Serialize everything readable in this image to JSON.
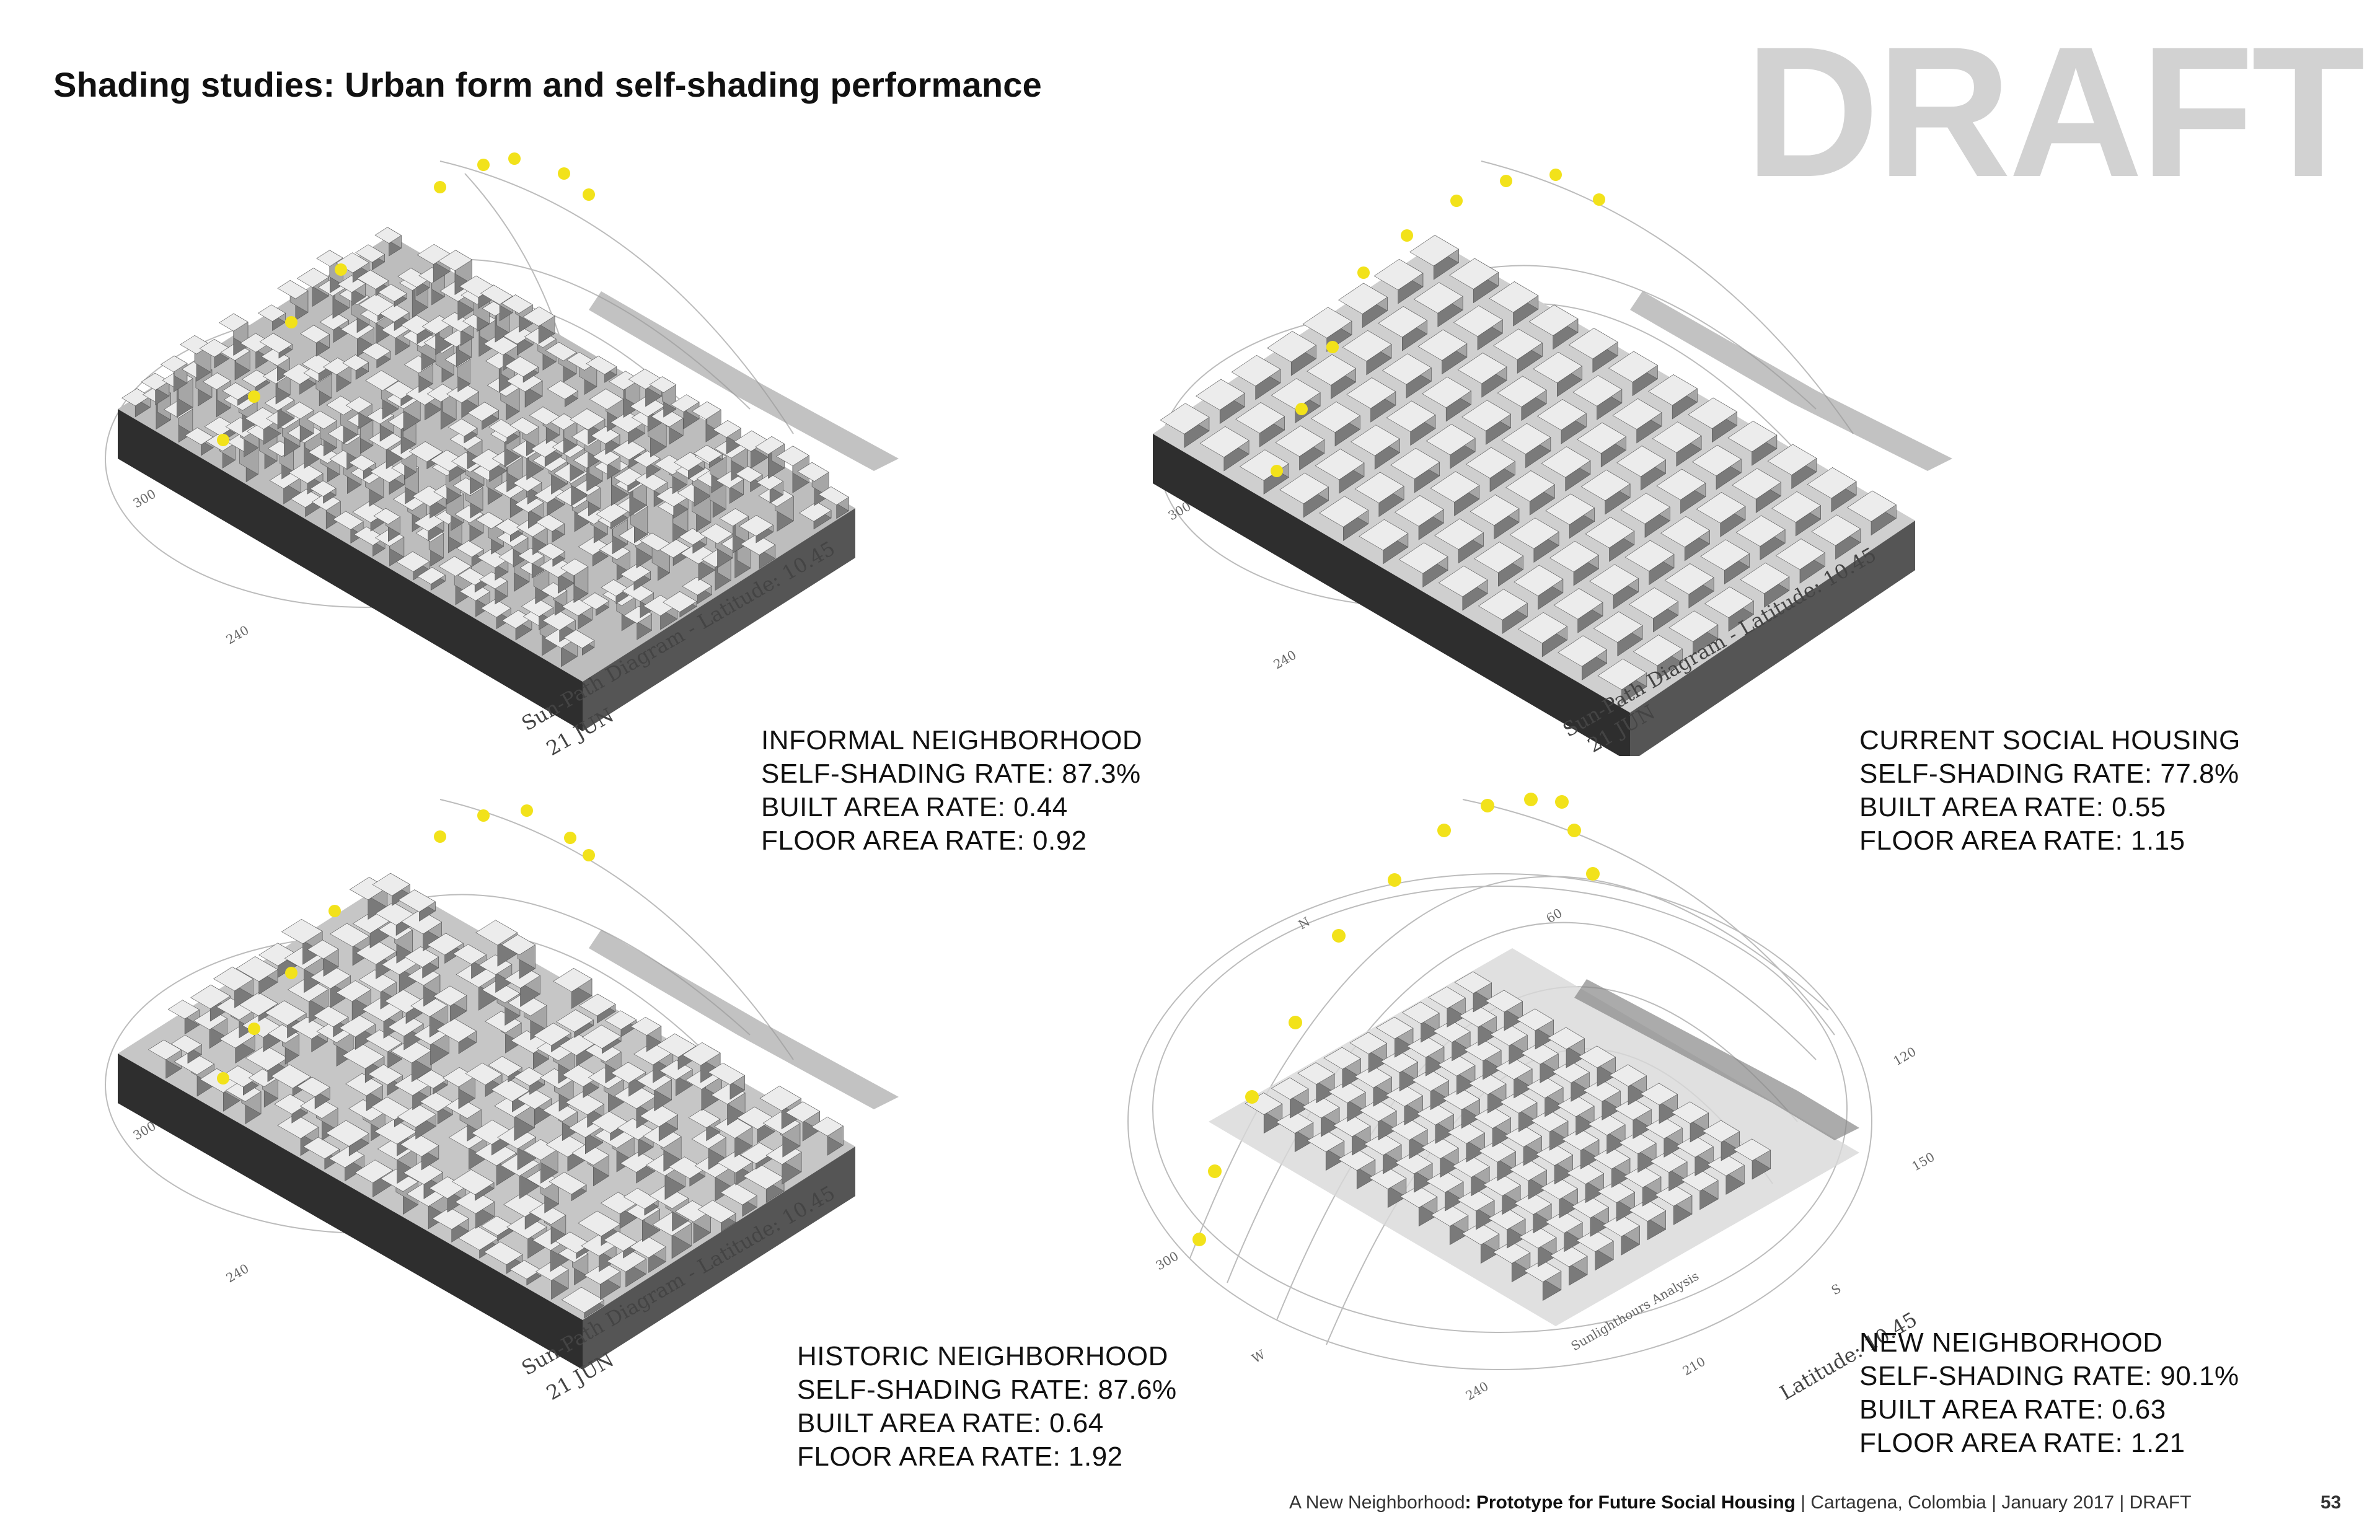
{
  "page": {
    "title": "Shading studies: Urban form and self-shading performance",
    "watermark": "DRAFT",
    "footer": {
      "project": "A New Neighborhood",
      "subtitle": ": Prototype for Future Social Housing",
      "sep1": " | ",
      "location": "Cartagena, Colombia",
      "sep2": " | January 2017 | DRAFT",
      "page_number": "53"
    }
  },
  "panels": [
    {
      "name": "INFORMAL NEIGHBORHOOD",
      "self_shading": "SELF-SHADING RATE: 87.3%",
      "built_area": "BUILT AREA RATE: 0.44",
      "floor_area": "FLOOR AREA RATE: 0.92",
      "diagram_label": "Sun-Path Diagram - Latitude: 10.45",
      "date_label": "21 JUN"
    },
    {
      "name": "CURRENT SOCIAL HOUSING",
      "self_shading": "SELF-SHADING RATE: 77.8%",
      "built_area": "BUILT AREA RATE: 0.55",
      "floor_area": "FLOOR AREA RATE: 1.15",
      "diagram_label": "Sun-Path Diagram - Latitude: 10.45",
      "date_label": "21 JUN"
    },
    {
      "name": "HISTORIC NEIGHBORHOOD",
      "self_shading": "SELF-SHADING RATE: 87.6%",
      "built_area": "BUILT AREA RATE: 0.64",
      "floor_area": "FLOOR AREA RATE: 1.92",
      "diagram_label": "Sun-Path Diagram - Latitude: 10.45",
      "date_label": "21 JUN"
    },
    {
      "name": "NEW NEIGHBORHOOD",
      "self_shading": "SELF-SHADING RATE: 90.1%",
      "built_area": "BUILT AREA RATE: 0.63",
      "floor_area": "FLOOR AREA RATE: 1.21",
      "diagram_label": "Latitude: 10.45",
      "legend_label": "Sunlighthours Analysis",
      "ticks": [
        "N",
        "60",
        "120",
        "150",
        "S",
        "210",
        "240",
        "W",
        "300"
      ]
    }
  ],
  "colors": {
    "sun": "#f2e21a",
    "watermark": "#d2d2d2",
    "block_dark": "#2b2b2b",
    "building": "#e4e4e4"
  }
}
